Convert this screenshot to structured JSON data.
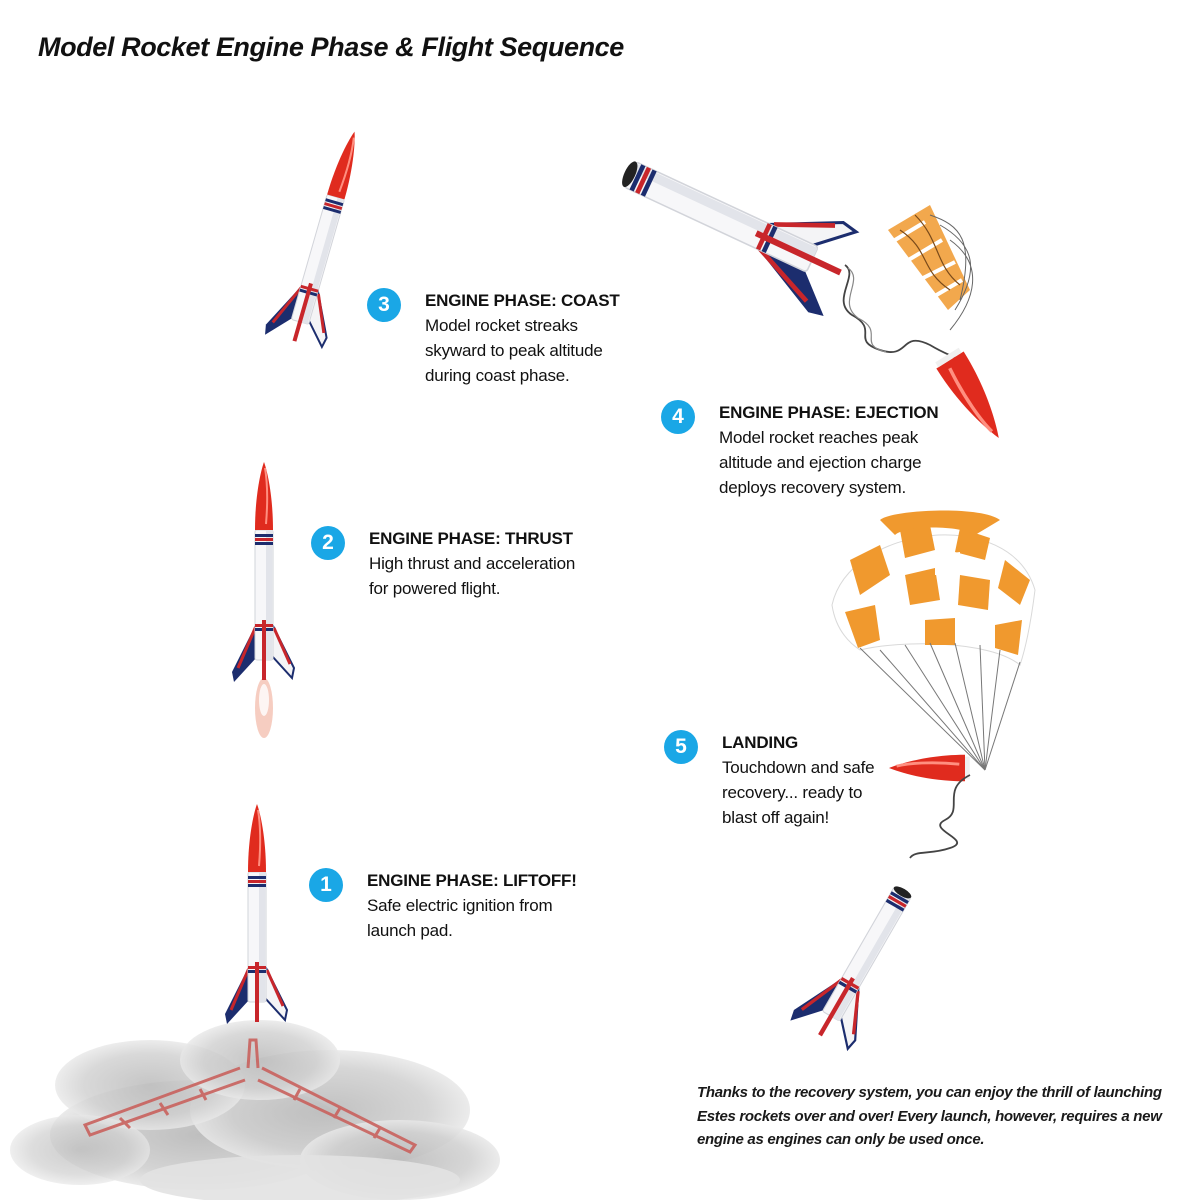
{
  "title": "Model Rocket Engine Phase & Flight Sequence",
  "colors": {
    "badge": "#1aa7e6",
    "nose_cone": "#e02b1e",
    "fin_blue": "#1c2d6e",
    "stripe_red": "#c8262b",
    "parachute_orange": "#f0992e",
    "launch_pad": "#c9625e",
    "smoke": "#c4c4c4"
  },
  "steps": [
    {
      "number": "1",
      "title": "ENGINE PHASE: LIFTOFF!",
      "description": "Safe electric ignition from\nlaunch pad."
    },
    {
      "number": "2",
      "title": "ENGINE PHASE: THRUST",
      "description": "High thrust and acceleration\nfor powered flight."
    },
    {
      "number": "3",
      "title": "ENGINE PHASE: COAST",
      "description": "Model rocket streaks\nskyward to peak altitude\nduring coast phase."
    },
    {
      "number": "4",
      "title": "ENGINE PHASE: EJECTION",
      "description": "Model rocket reaches peak\naltitude and ejection charge\ndeploys recovery system."
    },
    {
      "number": "5",
      "title": "LANDING",
      "description": "Touchdown and safe\nrecovery... ready to\nblast off again!"
    }
  ],
  "footnote": "Thanks to the recovery system, you can enjoy the thrill of launching Estes rockets over and over! Every launch, however, requires a new engine as engines can only be used once."
}
